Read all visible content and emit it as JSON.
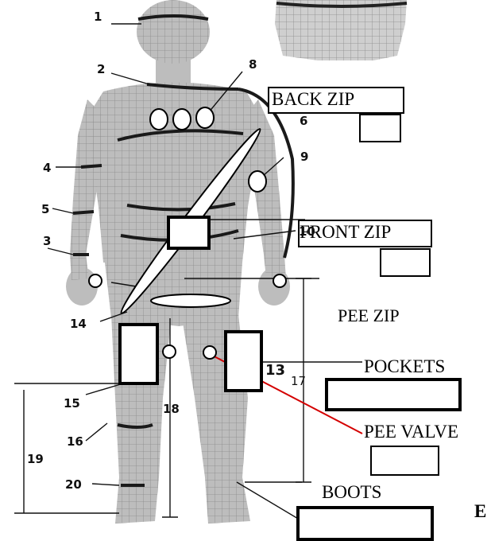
{
  "callouts": {
    "back_zip": "BACK ZIP",
    "front_zip": "FRONT ZIP",
    "pee_zip": "PEE ZIP",
    "pockets": "POCKETS",
    "pee_valve": "PEE VALVE",
    "boots": "BOOTS",
    "edge_fragment": "E"
  },
  "measure_numbers": {
    "n1": "1",
    "n2": "2",
    "n3": "3",
    "n4": "4",
    "n5": "5",
    "n6": "6",
    "n8": "8",
    "n9": "9",
    "n10": "10",
    "n13": "13",
    "n14": "14",
    "n15": "15",
    "n16": "16",
    "n17": "17",
    "n18": "18",
    "n19": "19",
    "n20": "20"
  },
  "colors": {
    "pee_valve_line": "#d40000",
    "figure_fill": "#bdbdbd",
    "mesh": "#8a8a8a",
    "ink": "#000000"
  }
}
